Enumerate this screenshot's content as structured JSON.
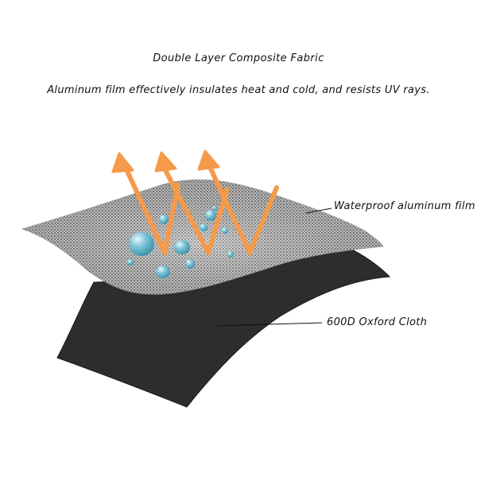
{
  "header": {
    "title": "Double Layer Composite Fabric",
    "subtitle": "Aluminum film effectively insulates heat and cold, and resists UV rays."
  },
  "layers": [
    {
      "label": "Waterproof aluminum film",
      "icon": "aluminum-film-layer",
      "color": "#b9b9b9"
    },
    {
      "label": "600D Oxford Cloth",
      "icon": "oxford-cloth-layer",
      "color": "#262626"
    }
  ],
  "arrows": {
    "color": "#f59a4a",
    "icon": "heat-reflection-arrows"
  },
  "droplets": {
    "color": "#62b3c7",
    "icon": "water-droplets"
  }
}
